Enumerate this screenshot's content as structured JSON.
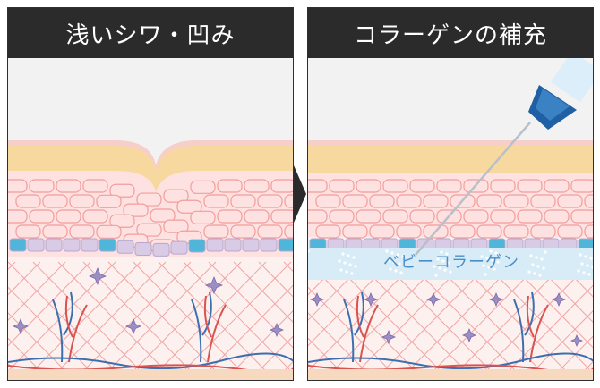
{
  "panels": {
    "left": {
      "title": "浅いシワ・凹み"
    },
    "right": {
      "title": "コラーゲンの補充",
      "injected_label": "ベビーコラーゲン"
    }
  },
  "colors": {
    "header_bg": "#2b2b2b",
    "header_text": "#ffffff",
    "surface": "#f0b6b4",
    "fat_layer": "#f7d9a0",
    "cell_fill": "#fde2e1",
    "cell_line": "#f29d9b",
    "basal_cell": "#d9cbe6",
    "basal_blue": "#4fb6d9",
    "dermis_bg": "#fdf1ef",
    "dermis_line": "#f0a5a4",
    "collagen_band": "#d8ecf7",
    "collagen_text": "#4a8fc8",
    "vessel_blue": "#3d6fb0",
    "vessel_red": "#d9534f",
    "syringe": "#1f5fa3"
  },
  "icons": {
    "arrow": "triangle-right-icon",
    "syringe": "injection-needle-icon",
    "star_cells": "fibroblast-star-icon"
  }
}
